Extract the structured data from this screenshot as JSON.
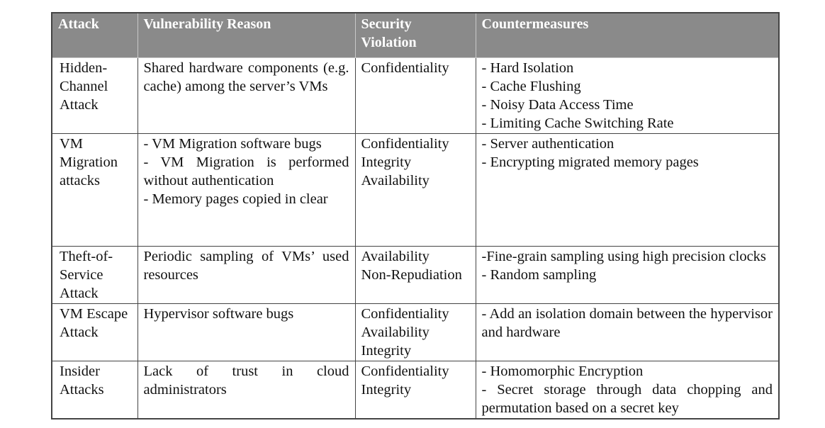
{
  "table": {
    "headers": [
      "Attack",
      "Vulnerability Reason",
      "Security Violation",
      "Countermeasures"
    ],
    "rows": [
      {
        "attack": "Hidden-Channel Attack",
        "reason": [
          "Shared hardware components (e.g. cache) among the server’s VMs"
        ],
        "violation": [
          "Confidentiality"
        ],
        "countermeasures": [
          "- Hard Isolation",
          "- Cache Flushing",
          "- Noisy Data Access Time",
          "- Limiting Cache Switching Rate"
        ]
      },
      {
        "attack": "VM Migration attacks",
        "reason": [
          "- VM Migration software bugs",
          "- VM Migration is performed without authentication",
          "- Memory pages copied in clear"
        ],
        "violation": [
          "Confidentiality",
          "Integrity",
          "Availability"
        ],
        "countermeasures": [
          "- Server authentication",
          "- Encrypting migrated memory pages"
        ]
      },
      {
        "attack": "Theft-of-Service Attack",
        "reason": [
          "Periodic sampling of VMs’ used resources"
        ],
        "violation": [
          "Availability",
          "Non-Repudiation"
        ],
        "countermeasures": [
          "-Fine-grain sampling using high precision clocks",
          "- Random sampling"
        ]
      },
      {
        "attack": "VM Escape Attack",
        "reason": [
          "Hypervisor software bugs"
        ],
        "violation": [
          "Confidentiality",
          "Availability",
          "Integrity"
        ],
        "countermeasures": [
          "- Add an isolation domain between the hypervisor and hardware"
        ]
      },
      {
        "attack": "Insider Attacks",
        "reason": [
          "Lack of trust in cloud administrators"
        ],
        "violation": [
          "Confidentiality",
          "Integrity"
        ],
        "countermeasures": [
          "- Homomorphic Encryption",
          "- Secret storage through data chopping and permutation based on a secret key"
        ]
      }
    ]
  }
}
